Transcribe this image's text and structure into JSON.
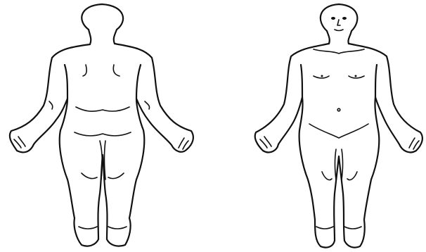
{
  "figures": [
    {
      "view": "back",
      "name": "back-view-figure"
    },
    {
      "view": "front",
      "name": "front-view-figure"
    }
  ],
  "colors": {
    "line": "#111111",
    "background": "#ffffff"
  }
}
